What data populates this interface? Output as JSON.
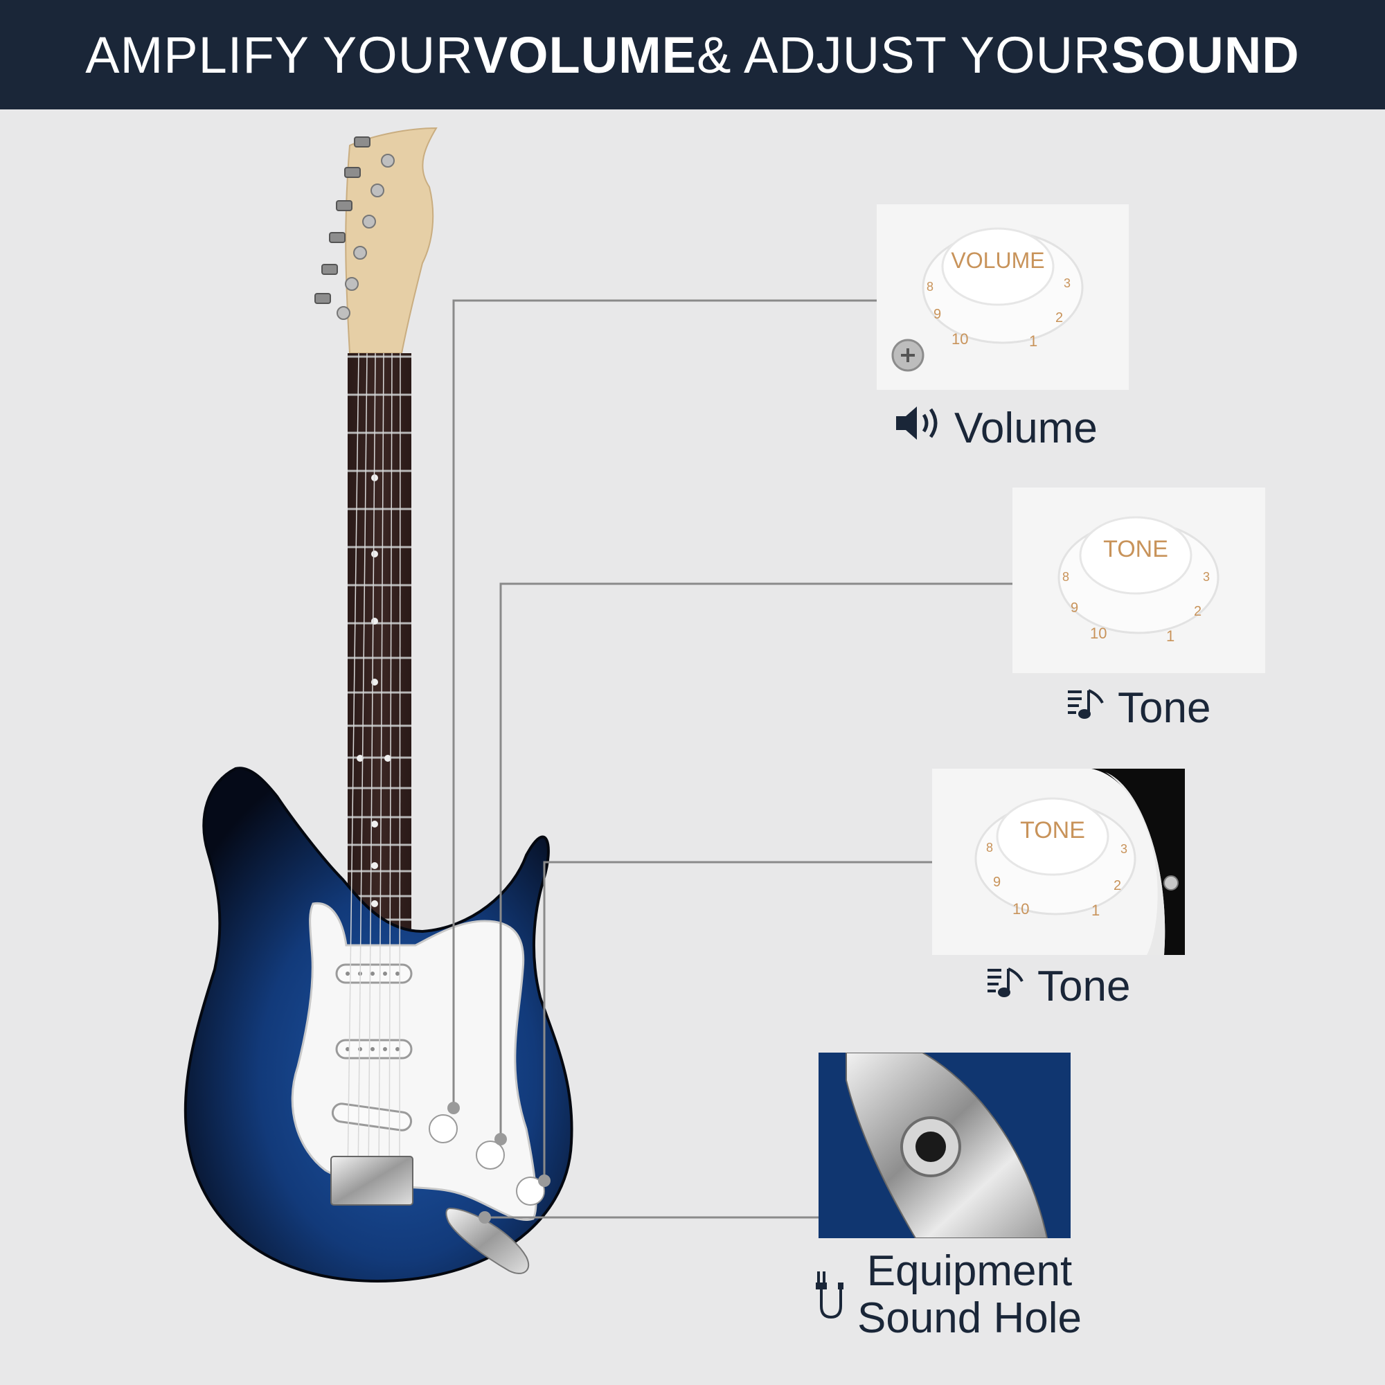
{
  "header": {
    "part1": "AMPLIFY YOUR ",
    "part2": "VOLUME",
    "part3": " & ADJUST YOUR ",
    "part4": "SOUND"
  },
  "callouts": {
    "volume": {
      "knob_text": "VOLUME",
      "label": "Volume",
      "icon": "speaker-icon"
    },
    "tone1": {
      "knob_text": "TONE",
      "label": "Tone",
      "icon": "music-note-icon"
    },
    "tone2": {
      "knob_text": "TONE",
      "label": "Tone",
      "icon": "music-note-icon"
    },
    "jack": {
      "label_line1": "Equipment",
      "label_line2": "Sound Hole",
      "icon": "cable-icon"
    }
  },
  "knob_numbers": [
    "8",
    "9",
    "10",
    "1",
    "2",
    "3"
  ],
  "colors": {
    "header_bg": "#1a2638",
    "background": "#e8e8e9",
    "knob_text": "#c8935a",
    "guitar_blue": "#123a7a",
    "leader_line": "#8a8a8a"
  }
}
